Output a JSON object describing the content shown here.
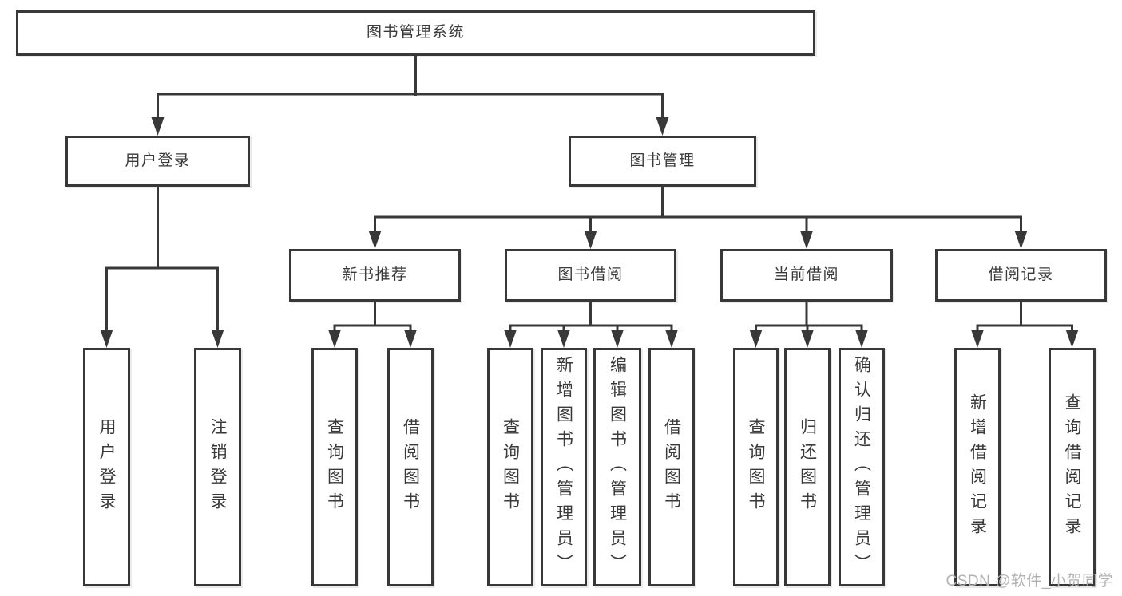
{
  "diagram": {
    "root": {
      "label": "图书管理系统"
    },
    "level1": [
      {
        "label": "用户登录"
      },
      {
        "label": "图书管理"
      }
    ],
    "level2": [
      {
        "label": "新书推荐"
      },
      {
        "label": "图书借阅"
      },
      {
        "label": "当前借阅"
      },
      {
        "label": "借阅记录"
      }
    ],
    "leaves": [
      {
        "label": "用户登录"
      },
      {
        "label": "注销登录"
      },
      {
        "label": "查询图书"
      },
      {
        "label": "借阅图书"
      },
      {
        "label": "查询图书"
      },
      {
        "label": "新增图书（管理员）"
      },
      {
        "label": "编辑图书（管理员）"
      },
      {
        "label": "借阅图书"
      },
      {
        "label": "查询图书"
      },
      {
        "label": "归还图书"
      },
      {
        "label": "确认归还（管理员）"
      },
      {
        "label": "新增借阅记录"
      },
      {
        "label": "查询借阅记录"
      }
    ]
  },
  "watermark": {
    "text": "CSDN @软件_小贺同学"
  },
  "colors": {
    "line": "#383838",
    "text": "#3a3a3a",
    "background": "#ffffff",
    "watermark": "#b2b2b2"
  }
}
